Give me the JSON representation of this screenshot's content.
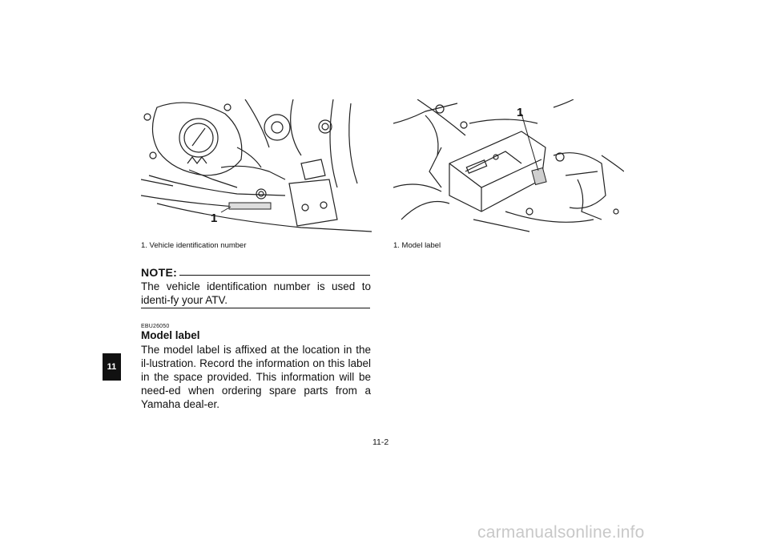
{
  "figure_left": {
    "callout": "1",
    "caption": "1. Vehicle identification number"
  },
  "figure_right": {
    "callout": "1",
    "caption": "1. Model label"
  },
  "note": {
    "label": "NOTE:",
    "text": "The vehicle identification number is used to identi-fy your ATV."
  },
  "section": {
    "code": "EBU26050",
    "title": "Model label",
    "body": "The model label is affixed at the location in the il-lustration. Record the information on this label in the space provided. This information will be need-ed when ordering spare parts from a Yamaha deal-er."
  },
  "chapter_tab": "11",
  "page_number": "11-2",
  "watermark": "carmanualsonline.info"
}
